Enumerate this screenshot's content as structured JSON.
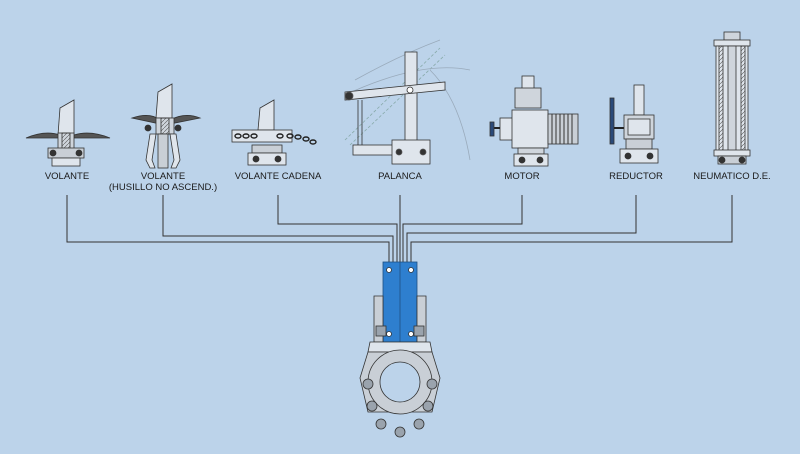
{
  "diagram": {
    "background_color": "#bcd3ea",
    "valve_color": "#2e7fcf",
    "actuators": [
      {
        "id": "volante",
        "label": "VOLANTE",
        "sublabel": ""
      },
      {
        "id": "volante-husillo",
        "label": "VOLANTE",
        "sublabel": "(HUSILLO NO ASCEND.)"
      },
      {
        "id": "volante-cadena",
        "label": "VOLANTE CADENA",
        "sublabel": ""
      },
      {
        "id": "palanca",
        "label": "PALANCA",
        "sublabel": ""
      },
      {
        "id": "motor",
        "label": "MOTOR",
        "sublabel": ""
      },
      {
        "id": "reductor",
        "label": "REDUCTOR",
        "sublabel": ""
      },
      {
        "id": "neumatico",
        "label": "NEUMATICO D.E.",
        "sublabel": ""
      }
    ]
  }
}
